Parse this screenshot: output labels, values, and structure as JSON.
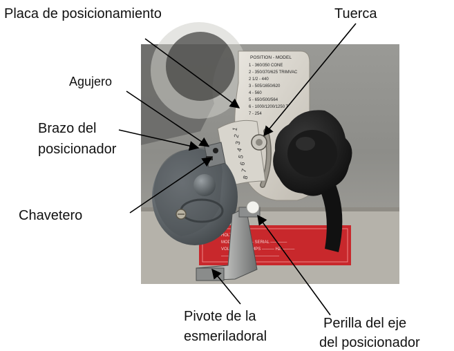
{
  "labels": {
    "placa": "Placa de posicionamiento",
    "tuerca": "Tuerca",
    "agujero": "Agujero",
    "brazo_1": "Brazo del",
    "brazo_2": "posicionador",
    "chavetero": "Chavetero",
    "pivote_1": "Pivote de la",
    "pivote_2": "esmeriladoral",
    "perilla_1": "Perilla del eje",
    "perilla_2": "del posicionador"
  },
  "plate": {
    "title": "POSITION - MODEL",
    "lines": [
      "1 - 360/350 CONE",
      "2 - 350/370/625 TRIMVAC",
      "2 1/2 - 440",
      "3 - 505/1650/620",
      "4 - 560",
      "5 - 650/500/564",
      "6 - 1000/1200/1250 T",
      "7 - 254"
    ],
    "scale": [
      "1",
      "2",
      "3",
      "4",
      "5",
      "6",
      "7",
      "8"
    ]
  },
  "colors": {
    "label_red": "#c8282c",
    "knob": "#151515",
    "motor": "#5b6063"
  }
}
